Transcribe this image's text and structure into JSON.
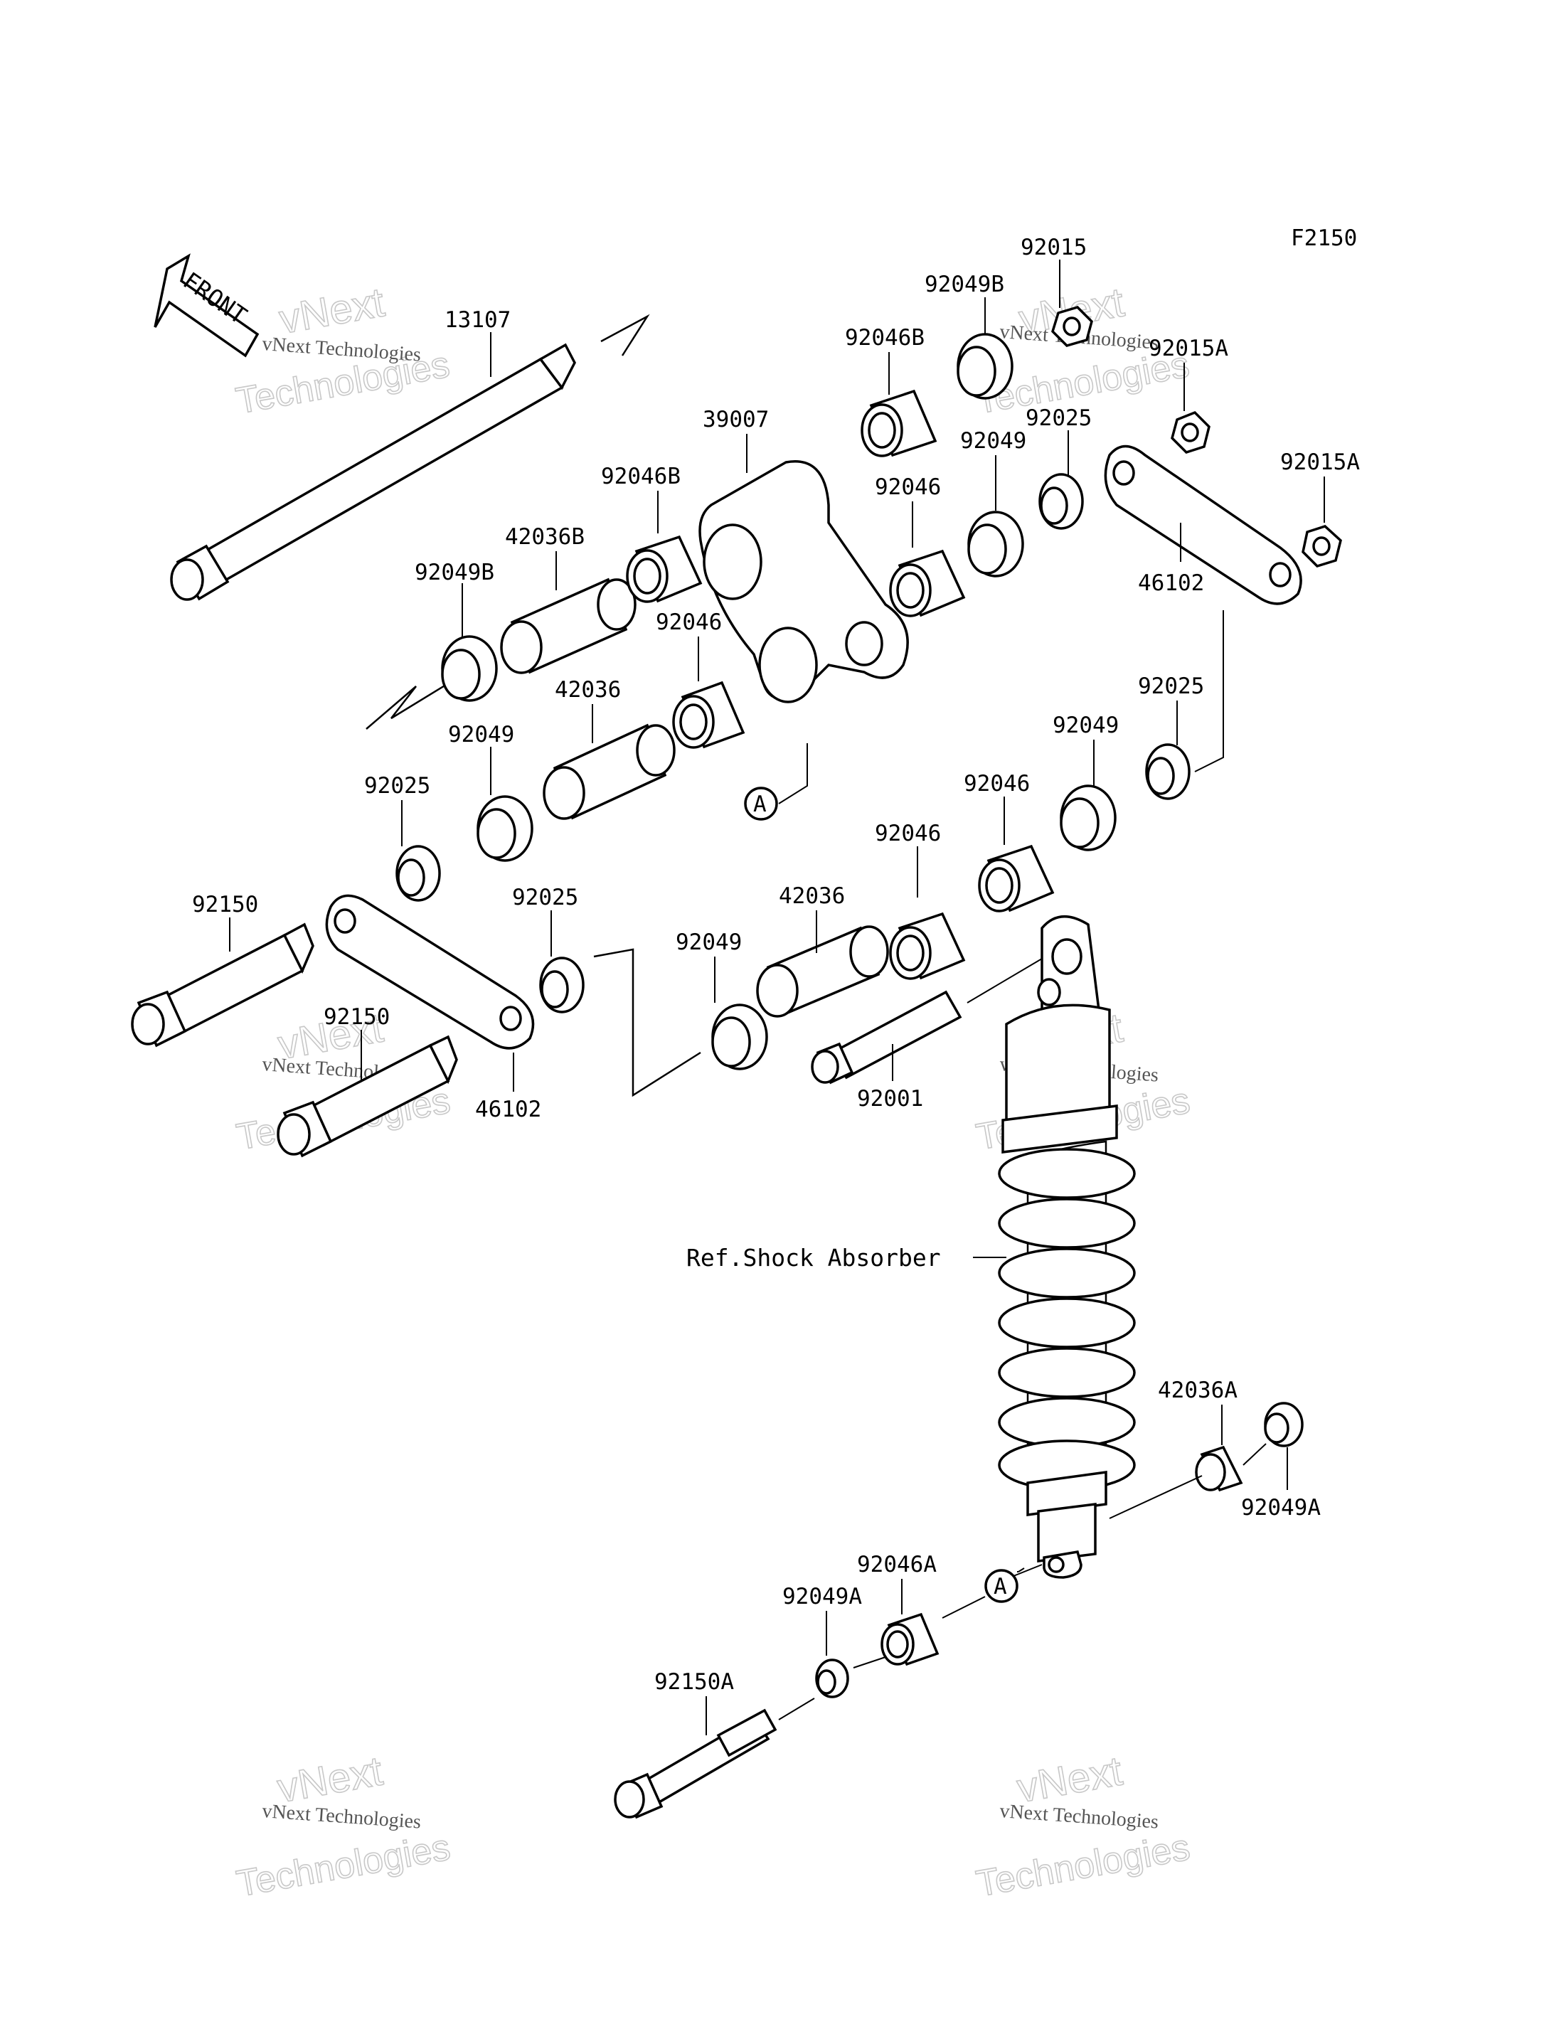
{
  "figure_code": "F2150",
  "front_label": "FRONT",
  "reference_label": "Ref.Shock Absorber",
  "callout_A": "A",
  "watermark": {
    "line1": "vNext",
    "line2": "vNext Technologies",
    "line3": "Technologies"
  },
  "parts": {
    "p13107": "13107",
    "p39007": "39007",
    "p42036B": "42036B",
    "p42036_upper": "42036",
    "p42036_lower": "42036",
    "p42036A": "42036A",
    "p46102_right": "46102",
    "p46102_left": "46102",
    "p92001": "92001",
    "p92015": "92015",
    "p92015A_top": "92015A",
    "p92015A_right": "92015A",
    "p92025_top": "92025",
    "p92025_mid": "92025",
    "p92025_left": "92025",
    "p92025_low": "92025",
    "p92046_top": "92046",
    "p92046_mid": "92046",
    "p92046_r1": "92046",
    "p92046_r2": "92046",
    "p92046A": "92046A",
    "p92046B_top": "92046B",
    "p92046B_mid": "92046B",
    "p92049_top": "92049",
    "p92049_left": "92049",
    "p92049_mid": "92049",
    "p92049_right": "92049",
    "p92049A_right": "92049A",
    "p92049A_low": "92049A",
    "p92049B_top": "92049B",
    "p92049B_left": "92049B",
    "p92150_top": "92150",
    "p92150_mid": "92150",
    "p92150A": "92150A"
  }
}
